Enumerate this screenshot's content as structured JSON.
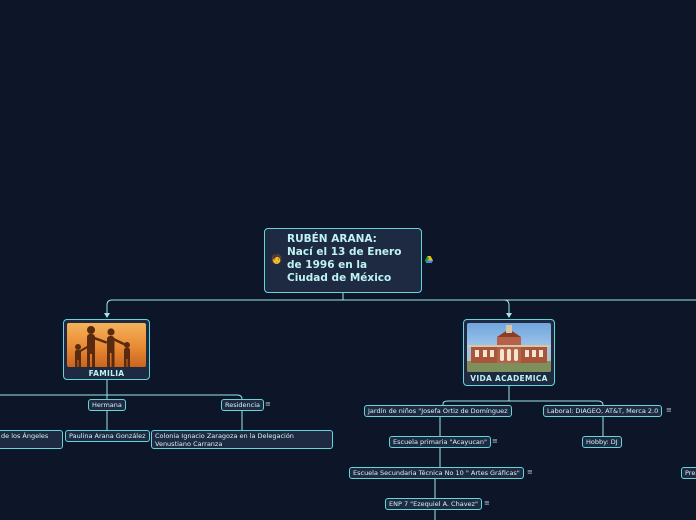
{
  "root": {
    "title_line1": "RUBÉN ARANA:",
    "title_line2": "Nací el 13 de Enero",
    "title_line3": "de 1996 en la",
    "title_line4": "Ciudad de México"
  },
  "familia": {
    "label": "FAMILIA",
    "children": {
      "hermana": "Hermana",
      "residencia": "Residencia",
      "madre_partial": "de los Ángeles",
      "hermana_name": "Paulina Arana González",
      "residencia_detail": "Colonia Ignacio Zaragoza en la Delegación Venustiano Carranza"
    }
  },
  "vida": {
    "label": "VIDA ACADEMICA",
    "items": {
      "jardin": "Jardín de niños \"Josefa Ortiz de Domínguez",
      "laboral": "Laboral: DIAGEO, AT&T, Merca 2.0",
      "primaria": "Escuela primaria \"Acayucan\"",
      "hobby": "Hobby: DJ",
      "secundaria": "Escuela Secundaria Técnica No 10 \" Artes Gráficas\"",
      "enp": "ENP 7 \"Ezequiel A. Chavez\"",
      "prep_partial": "Prep"
    }
  },
  "colors": {
    "background": "#0d1628",
    "node_fill": "#1d2a42",
    "stroke": "#67d5d8"
  }
}
